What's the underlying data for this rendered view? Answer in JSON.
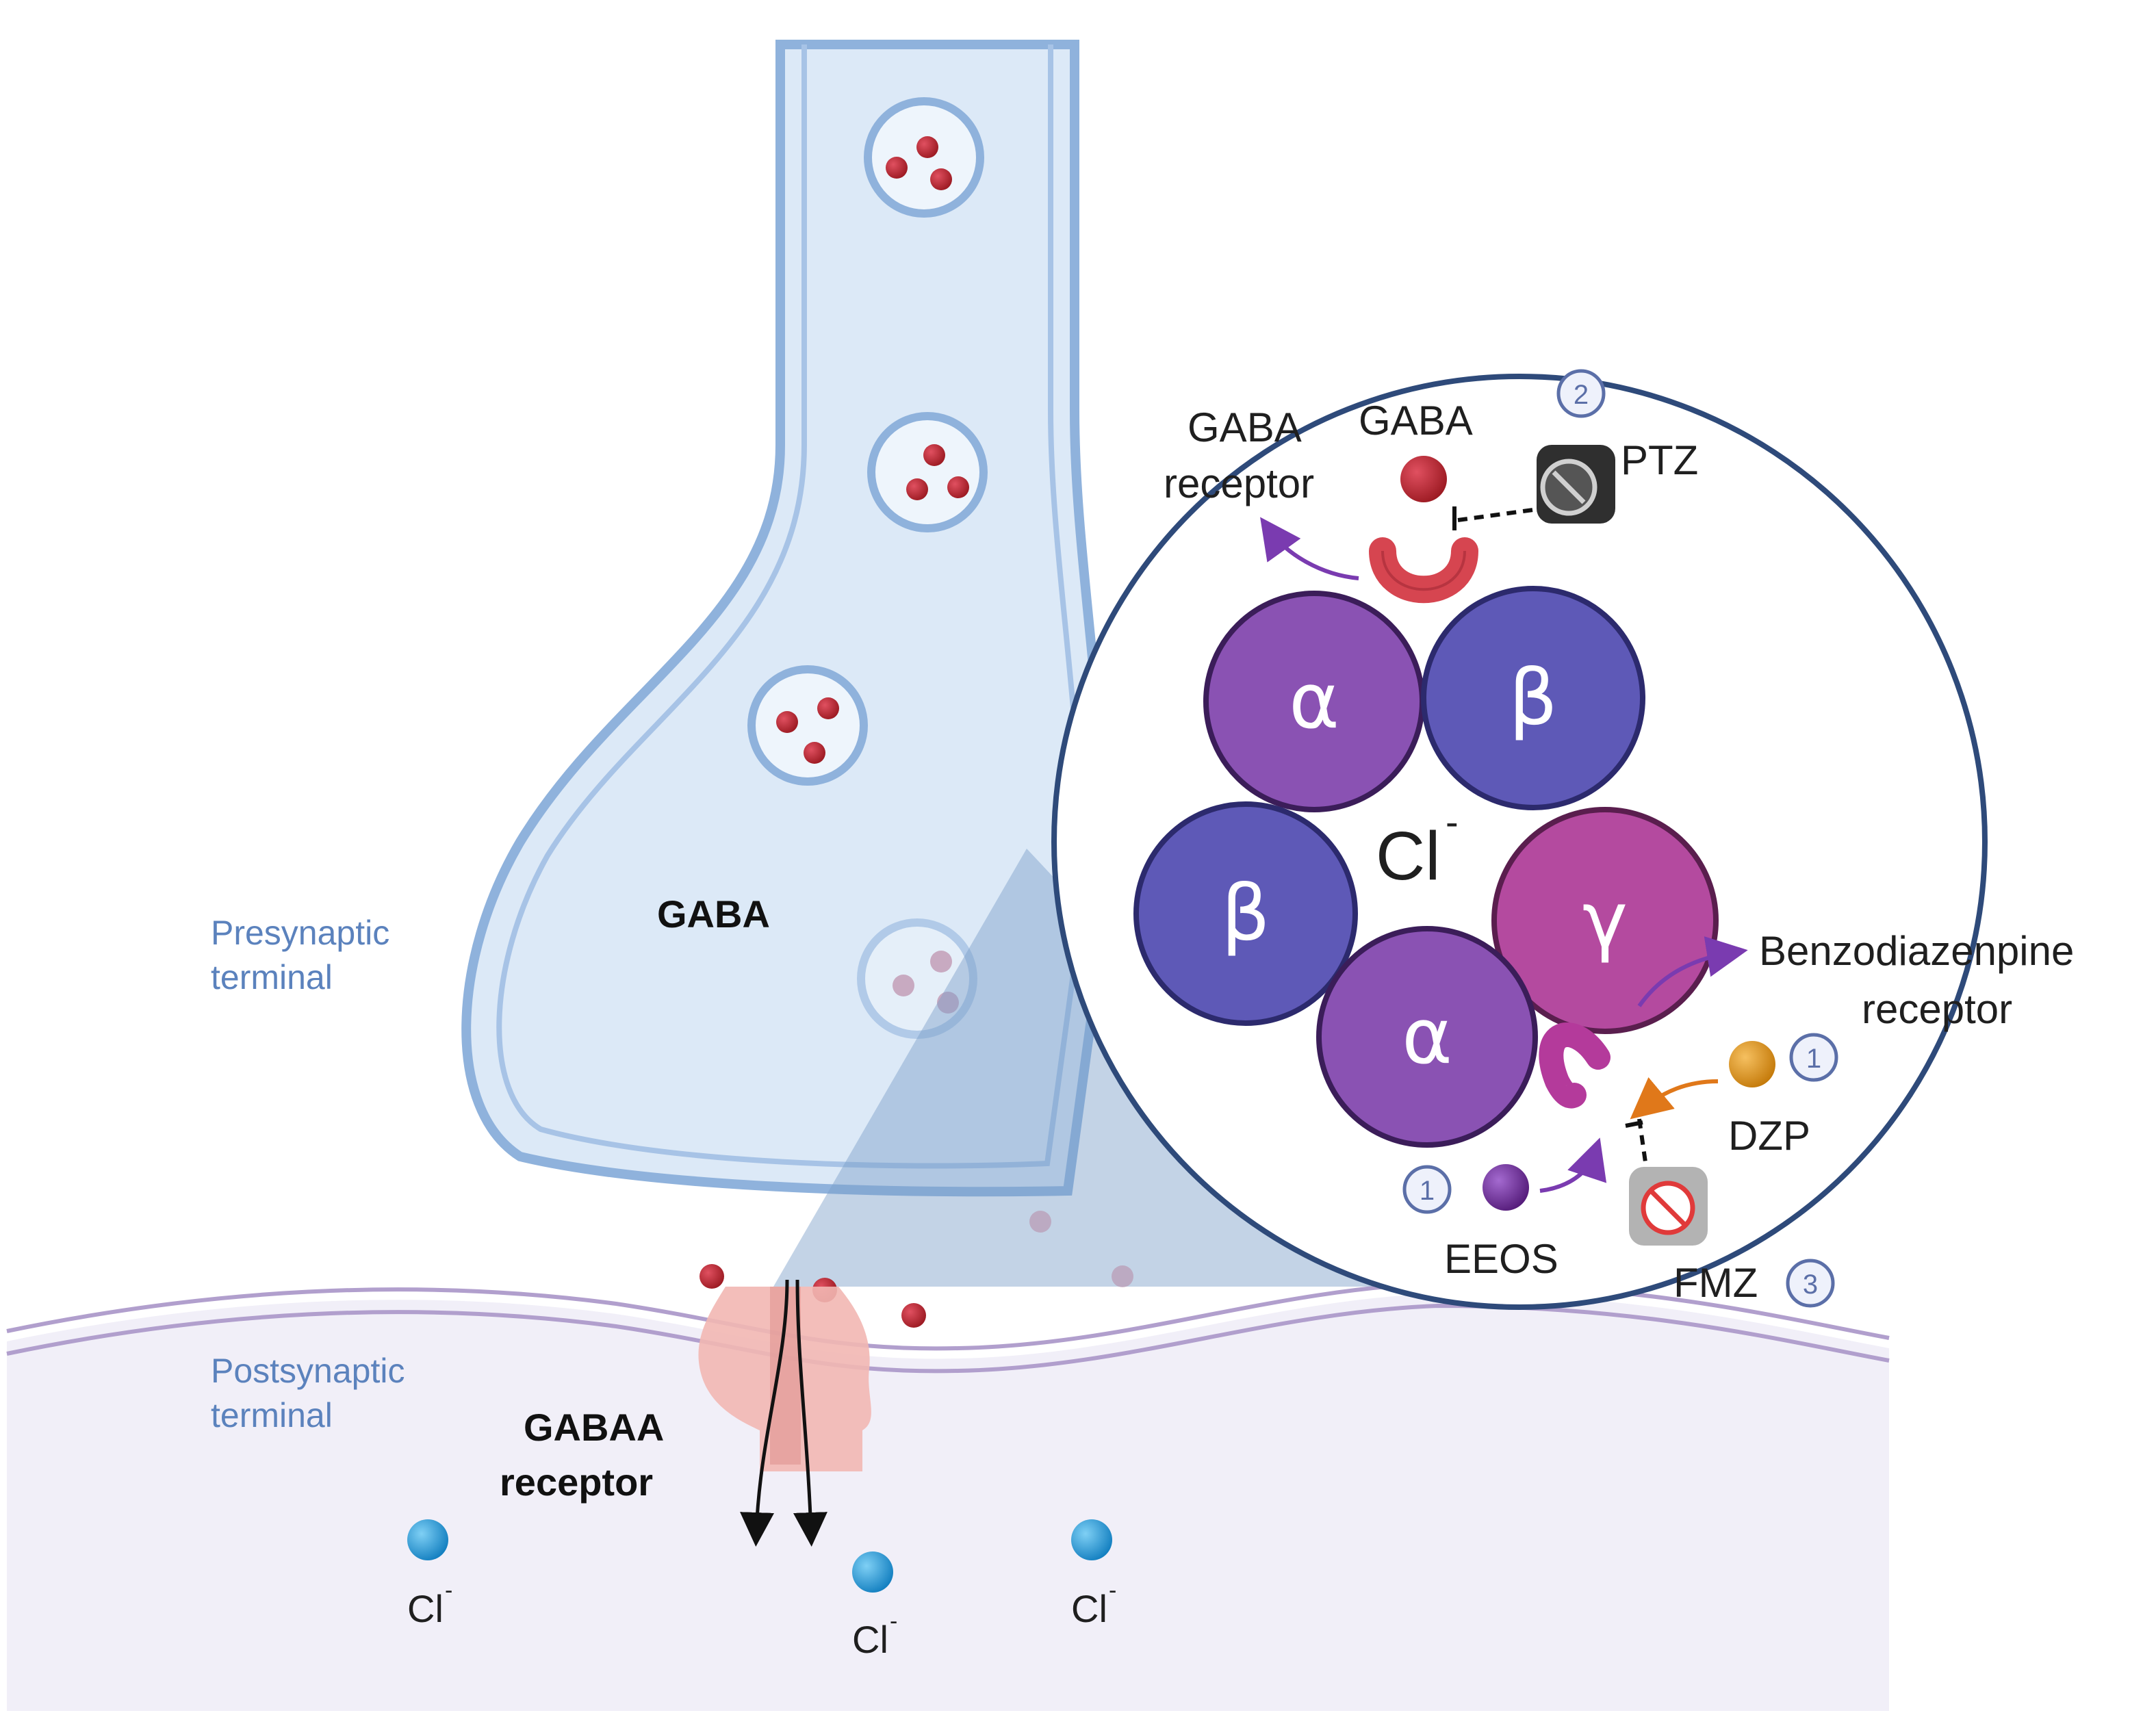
{
  "labels": {
    "presynaptic_line1": "Presynaptic",
    "presynaptic_line2": "terminal",
    "postsynaptic_line1": "Postsynaptic",
    "postsynaptic_line2": "terminal",
    "gaba_terminal": "GABA",
    "gabaa_line1": "GABAA",
    "gabaa_line2": "receptor",
    "cl_ion": "Cl",
    "cl_sup": "-"
  },
  "zoom": {
    "gaba_receptor_line1": "GABA",
    "gaba_receptor_line2": "receptor",
    "gaba_ligand": "GABA",
    "ptz": "PTZ",
    "benzo_line1": "Benzodiazenpine",
    "benzo_line2": "receptor",
    "dzp": "DZP",
    "eeos": "EEOS",
    "fmz": "FMZ",
    "center_cl": "Cl",
    "center_sup": "-",
    "num_ptz": "2",
    "num_dzp": "1",
    "num_eeos": "1",
    "num_fmz": "3"
  },
  "subunits": {
    "alpha_top": "α",
    "beta_top": "β",
    "beta_left": "β",
    "gamma": "γ",
    "alpha_bottom": "α"
  },
  "colors": {
    "presynaptic_fill": "#dce9f7",
    "presynaptic_stroke": "#8fb2dc",
    "postsynaptic_fill": "#f1eff8",
    "membrane": "#b19fcd",
    "gaba_dot": "#c0224a",
    "chloride": "#1e9bd7",
    "alpha": "#8a52b3",
    "beta": "#5e59b7",
    "gamma": "#b44a9f",
    "zoom_border": "#2e4a7a",
    "receptor_site": "#d64550",
    "benzo_site": "#b43a9b",
    "dzp": "#e09a18",
    "eeos": "#7b2f96",
    "arrow": "#7a3bb0"
  }
}
